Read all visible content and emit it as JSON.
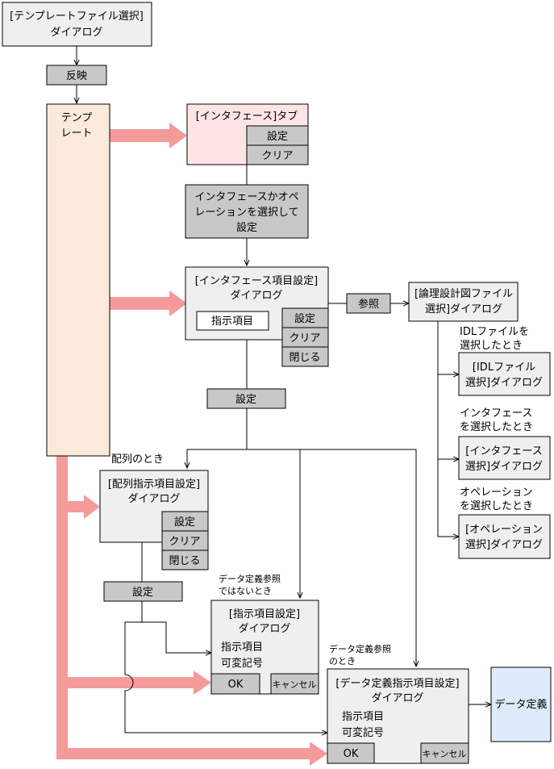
{
  "template_dialog": {
    "line1": "[テンプレートファイル選択]",
    "line2": "ダイアログ"
  },
  "reflect_button": "反映",
  "template_panel": {
    "line1": "テンプ",
    "line2": "レート"
  },
  "interface_tab": {
    "title": "[インタフェース]タブ",
    "set": "設定",
    "clear": "クリア"
  },
  "select_step": {
    "line1": "インタフェースかオペ",
    "line2": "レーションを選択して",
    "line3": "設定"
  },
  "item_dialog": {
    "line1": "[インタフェース項目設定]",
    "line2": "ダイアログ",
    "field": "指示項目",
    "set": "設定",
    "clear": "クリア",
    "close": "閉じる"
  },
  "ref_button": "参照",
  "logic_dialog": {
    "line1": "[論理設計図ファイル",
    "line2": "選択]ダイアログ"
  },
  "branches": [
    {
      "cond1": "IDLファイルを",
      "cond2": "選択したとき",
      "box1": "[IDLファイル",
      "box2": "選択]ダイアログ"
    },
    {
      "cond1": "インタフェース",
      "cond2": "を選択したとき",
      "box1": "[インタフェース",
      "box2": "選択]ダイアログ"
    },
    {
      "cond1": "オペレーション",
      "cond2": "を選択したとき",
      "box1": "[オペレーション",
      "box2": "選択]ダイアログ"
    }
  ],
  "set_mid": "設定",
  "array_cond": "配列のとき",
  "array_dialog": {
    "line1": "[配列指示項目設定]",
    "line2": "ダイアログ",
    "set": "設定",
    "clear": "クリア",
    "close": "閉じる"
  },
  "set_low": "設定",
  "nonref_cond": {
    "line1": "データ定義参照",
    "line2": "ではないとき"
  },
  "spec_dialog": {
    "line1": "[指示項目設定]",
    "line2": "ダイアログ",
    "field1": "指示項目",
    "field2": "可変記号",
    "ok": "OK",
    "cancel": "キャンセル"
  },
  "ref_cond": {
    "line1": "データ定義参照",
    "line2": "のとき"
  },
  "data_spec_dialog": {
    "line1": "[データ定義指示項目設定]",
    "line2": "ダイアログ",
    "field1": "指示項目",
    "field2": "可変記号",
    "ok": "OK",
    "cancel": "キャンセル"
  },
  "data_def": "データ定義",
  "colors": {
    "box_gray": "#EFEFEF",
    "button_gray": "#C8C8C8",
    "template_fill": "#FBEADA",
    "tab_fill": "#FFE4E6",
    "data_def_fill": "#DDEBFA",
    "arrow_pink": "#F49A9A"
  }
}
